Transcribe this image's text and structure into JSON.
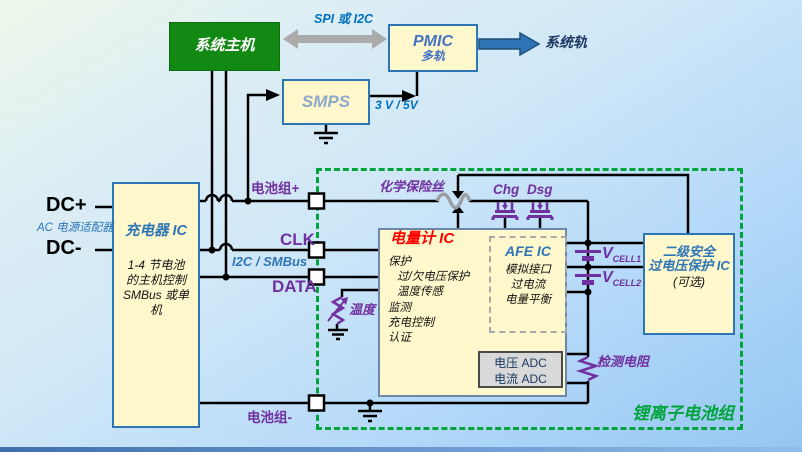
{
  "top": {
    "host_label": "系统主机",
    "bus_label": "SPI 或 I2C",
    "pmic_title": "PMIC",
    "pmic_sub": "多轨",
    "system_rail_label": "系统轨",
    "smps_label": "SMPS",
    "smps_out_label": "3 V / 5V"
  },
  "left": {
    "dc_plus": "DC+",
    "dc_minus": "DC-",
    "ac_adapter": "AC 电源适配器",
    "charger_title": "充电器 IC",
    "charger_desc": [
      "1-4 节电池",
      "的主机控制",
      "SMBus 或单",
      "机"
    ]
  },
  "bus": {
    "pack_plus": "电池组+",
    "clk": "CLK",
    "i2c": "I2C / SMBus",
    "data": "DATA",
    "pack_minus": "电池组-"
  },
  "pack": {
    "fuse_label": "化学保险丝",
    "chg_label": "Chg",
    "dsg_label": "Dsg",
    "gauge_title": "电量计 IC",
    "gauge_features": [
      "保护",
      "过/欠电压保护",
      "温度传感",
      "监测",
      "充电控制",
      "认证"
    ],
    "afe_title": "AFE IC",
    "afe_features": [
      "模拟接口",
      "过电流",
      "电量平衡"
    ],
    "adc_lines": [
      "电压 ADC",
      "电流 ADC"
    ],
    "safety_line1": "二级安全",
    "safety_line2": "过电压保护 IC",
    "safety_sub": "(可选)",
    "vcell1_v": "V",
    "vcell1_sub": "CELL1",
    "vcell2_v": "V",
    "vcell2_sub": "CELL2",
    "sense_resistor_label": "检测电阻",
    "temperature_label": "温度",
    "pack_title": "锂离子电池组"
  },
  "colors": {
    "accent_blue": "#2E75B6",
    "bus_blue": "#0070C0",
    "navy": "#1F3864",
    "purple": "#7030A0",
    "red": "#FF0000",
    "pack_green": "#00A33C",
    "host_green": "#128912",
    "box_fill": "#FFF8CC",
    "gray_arrow": "#ABABAB"
  },
  "icons": {
    "fuse": "gray-wave",
    "mosfet": "purple-gate-symbol",
    "battery_cell": "long-short-plates",
    "thermistor": "zigzag-with-arrow",
    "sense_resistor": "zigzag",
    "ground": "three-bars"
  }
}
